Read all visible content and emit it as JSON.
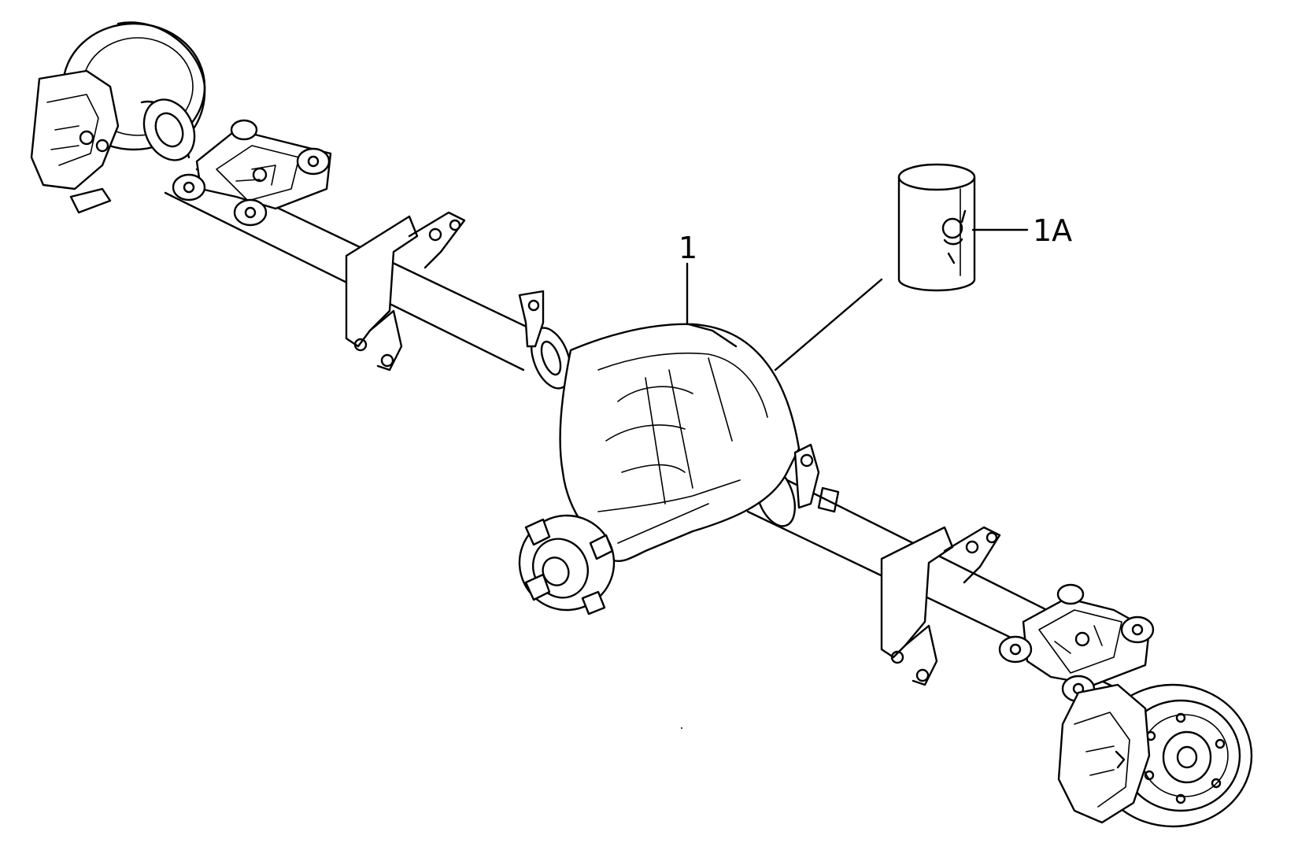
{
  "diagram": {
    "callouts": [
      {
        "id": "callout-1",
        "label": "1"
      },
      {
        "id": "callout-1a",
        "label": "1A"
      }
    ],
    "oil_can": {
      "symbol": "oil"
    },
    "colors": {
      "line": "#000000",
      "background": "#ffffff"
    }
  }
}
